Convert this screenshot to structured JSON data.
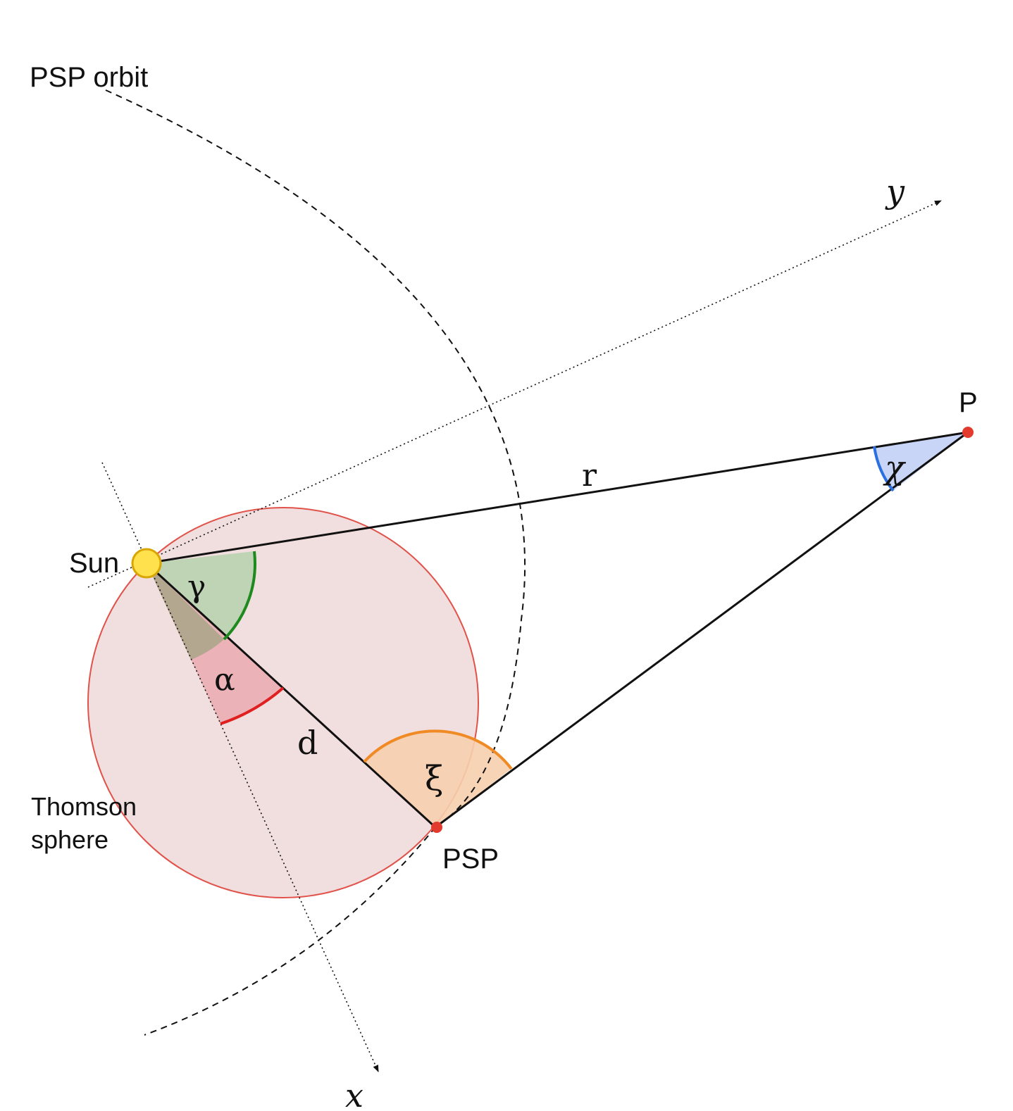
{
  "labels": {
    "psp_orbit": "PSP orbit",
    "sun": "Sun",
    "psp": "PSP",
    "point_p": "P",
    "thomson_line1": "Thomson",
    "thomson_line2": "sphere",
    "axis_x": "x",
    "axis_y": "y",
    "r": "r",
    "d": "d",
    "gamma": "γ",
    "alpha": "α",
    "xi": "ξ",
    "chi": "χ"
  },
  "colors": {
    "thomson_sphere_stroke": "#e0524a",
    "thomson_sphere_fill": "#f1dede",
    "sun_fill": "#ffe14d",
    "sun_stroke": "#d9a600",
    "point_fill": "#e23b2e",
    "gamma_arc": "#1e8a1e",
    "gamma_fill": "#b9d3b0",
    "alpha_arc": "#e02020",
    "alpha_fill": "#eab0b4",
    "overlap_fill": "#b0a68c",
    "xi_arc": "#f08a24",
    "xi_fill": "#f6cfae",
    "chi_arc": "#2b6fe0",
    "chi_fill": "#c6d3f5"
  }
}
